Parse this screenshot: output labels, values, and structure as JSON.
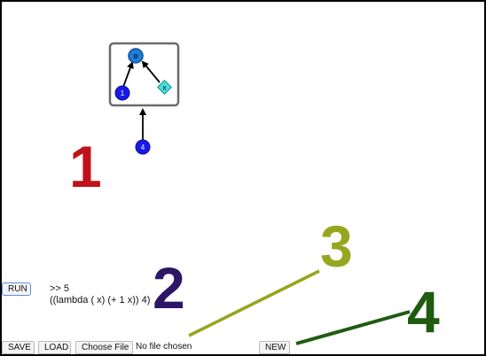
{
  "graph": {
    "root_node_label": "⚙",
    "left_node_label": "1",
    "right_node_label": "x",
    "outside_node_label": "4"
  },
  "repl": {
    "run_label": "RUN",
    "result": ">> 5",
    "expression": "((lambda ( x) (+ 1 x)) 4)"
  },
  "toolbar": {
    "save_label": "SAVE",
    "load_label": "LOAD",
    "choose_file_label": "Choose File",
    "file_status": "No file chosen",
    "new_label": "NEW"
  },
  "annotations": [
    {
      "label": "1",
      "color": "#c0121b"
    },
    {
      "label": "2",
      "color": "#2b1766"
    },
    {
      "label": "3",
      "color": "#96a61e"
    },
    {
      "label": "4",
      "color": "#1f5c10"
    }
  ]
}
